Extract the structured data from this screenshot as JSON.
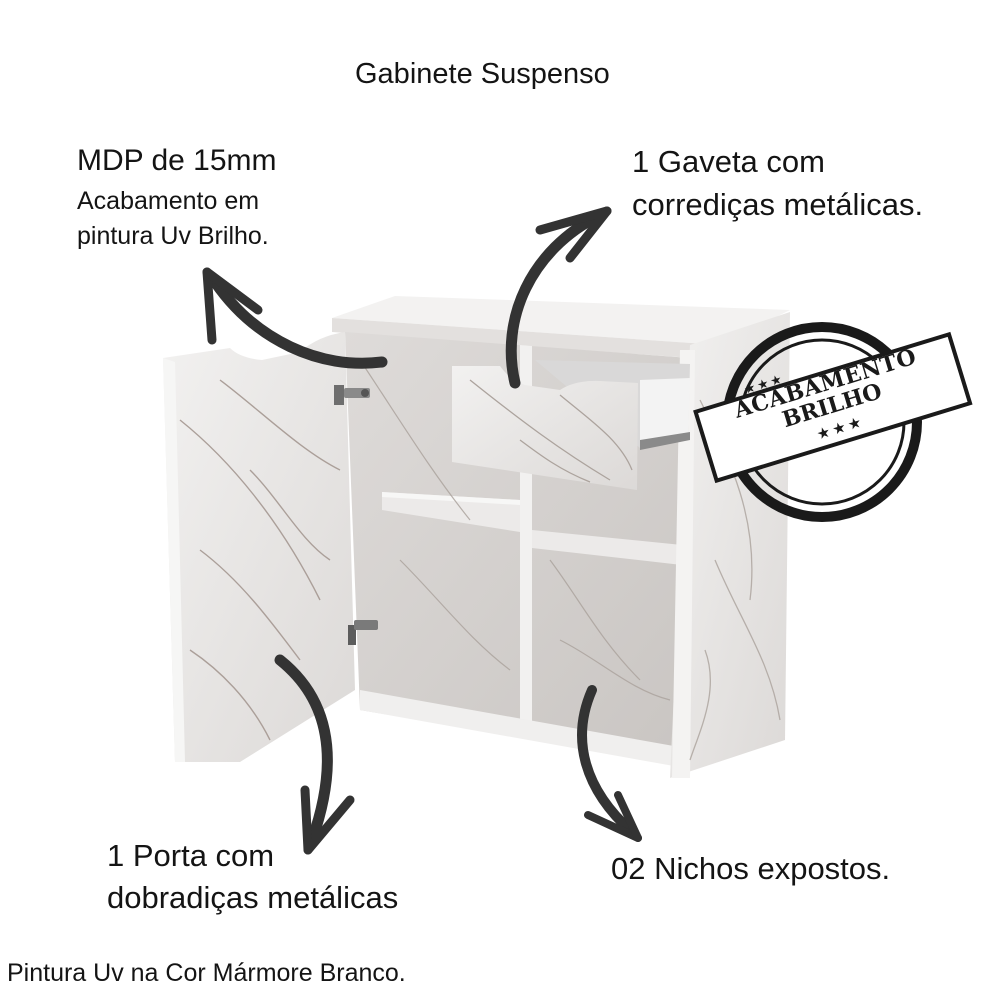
{
  "title": "Gabinete Suspenso",
  "features": {
    "material": {
      "heading": "MDP de 15mm",
      "line1": "Acabamento em",
      "line2": "pintura Uv Brilho."
    },
    "drawer": {
      "line1": "1 Gaveta com",
      "line2": "corrediças metálicas."
    },
    "door": {
      "line1": "1 Porta com",
      "line2": "dobradiças metálicas"
    },
    "niches": {
      "label": "02 Nichos expostos."
    }
  },
  "stamp": {
    "line1": "ACABAMENTO",
    "line2": "BRILHO",
    "stars": "★ ★ ★"
  },
  "footer": "Pintura Uv na Cor Mármore Branco.",
  "colors": {
    "marble": "#e9e7e6",
    "marble_shadow": "#d6d3d1",
    "vein": "#a79d97",
    "arrow": "#333333",
    "stamp": "#1a1a1a"
  }
}
